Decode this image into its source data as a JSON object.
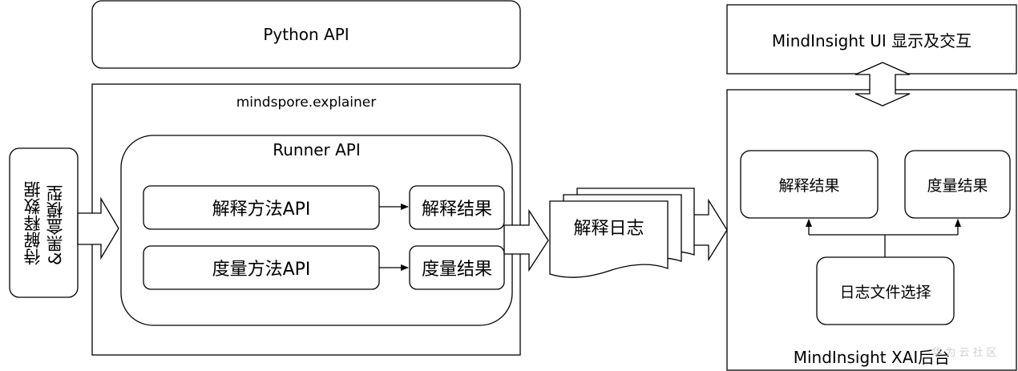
{
  "python_api": "Python API",
  "explainer_module": "mindspore.explainer",
  "runner_api": "Runner API",
  "explain_method_api": "解释方法API",
  "explain_result_left": "解释结果",
  "benchmark_method_api": "度量方法API",
  "benchmark_result_left": "度量结果",
  "input": {
    "line1": "待解释数据",
    "line2": "&黑盒模型"
  },
  "explain_log": "解释日志",
  "ui_box": "MindInsight UI 显示及交互",
  "xai_backend": "MindInsight XAI后台",
  "explain_result_right": "解释结果",
  "benchmark_result_right": "度量结果",
  "log_file_select": "日志文件选择",
  "watermark": "华为云社区",
  "colors": {
    "stroke": "#000000",
    "fill": "#ffffff",
    "watermark": "#d0d0d0"
  }
}
